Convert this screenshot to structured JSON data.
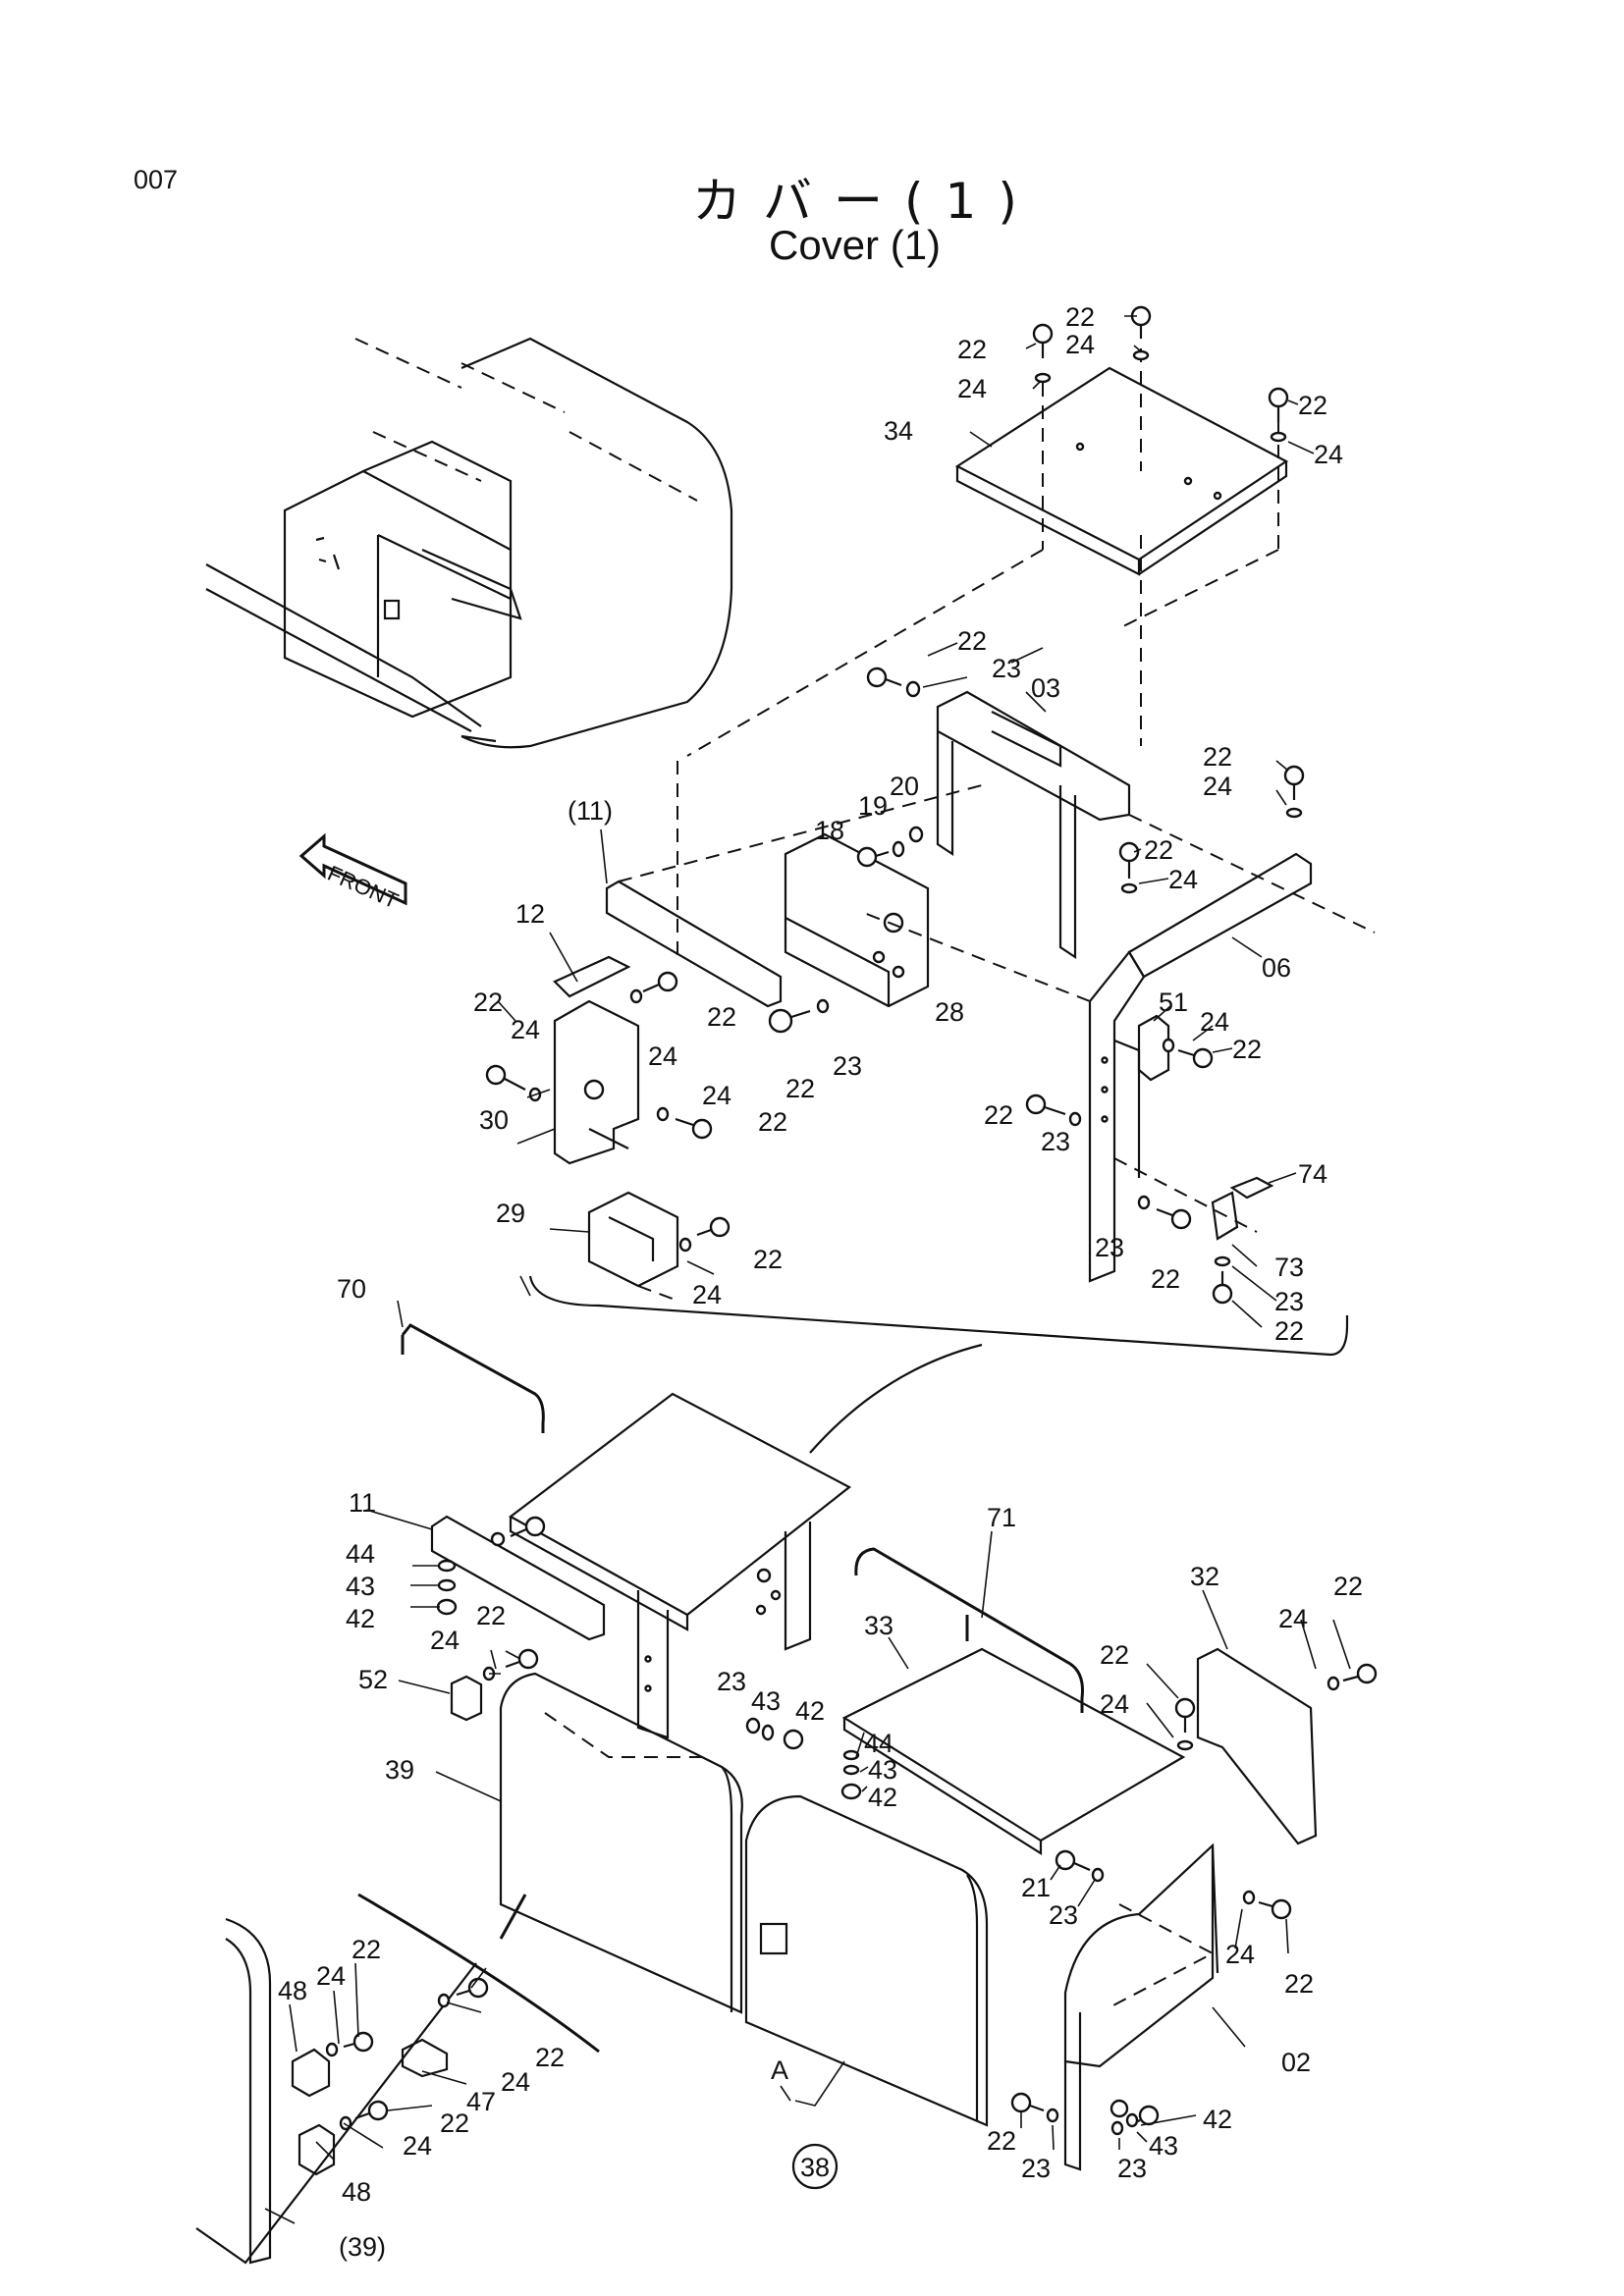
{
  "page_number": "007",
  "title_jp": "カバー(1)",
  "title_en": "Cover (1)",
  "front_label": "FRONT",
  "callouts": {
    "c03": "03",
    "c06": "06",
    "c02": "02",
    "c11p": "(11)",
    "c11": "11",
    "c12": "12",
    "c18": "18",
    "c19": "19",
    "c20": "20",
    "c21": "21",
    "c28": "28",
    "c29": "29",
    "c30": "30",
    "c32": "32",
    "c33": "33",
    "c34": "34",
    "c38": "38",
    "c39": "39",
    "c39p": "(39)",
    "c42": "42",
    "c43": "43",
    "c44": "44",
    "c47": "47",
    "c48": "48",
    "c51": "51",
    "c52": "52",
    "c70": "70",
    "c71": "71",
    "c73": "73",
    "c74": "74",
    "c22": "22",
    "c23": "23",
    "c24": "24",
    "cA": "A"
  }
}
